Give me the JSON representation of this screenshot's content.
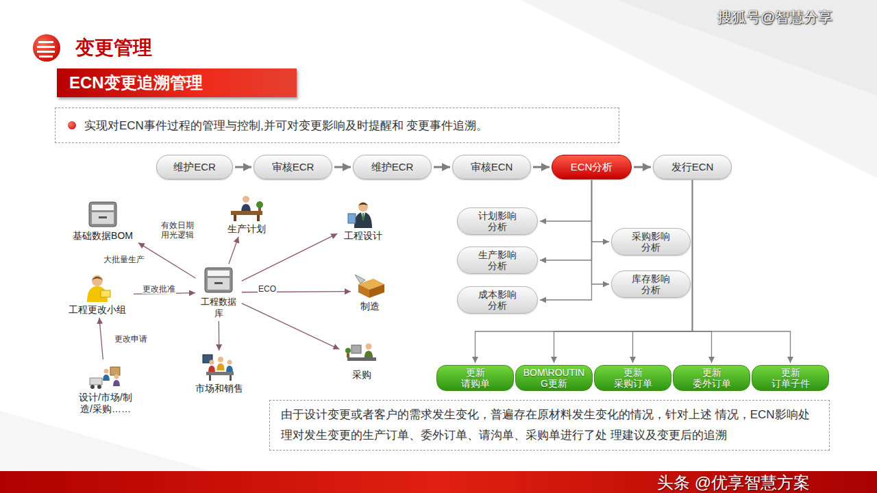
{
  "diagram": {
    "title": "变更管理",
    "nodes": [
      {
        "text": [
          "ECN变更追溯管理"
        ]
      },
      {
        "text": [
          "实现对ECN事件过程的管理与控制,并可对变更影响及时提醒和 变更事件追溯。"
        ]
      },
      {
        "text": [
          "维护ECR"
        ]
      },
      {
        "text": [
          "审核ECR"
        ]
      },
      {
        "text": [
          "维护ECR"
        ]
      },
      {
        "text": [
          "审核ECN"
        ]
      },
      {
        "text": [
          "ECN分析"
        ]
      },
      {
        "text": [
          "发行ECN"
        ]
      },
      {
        "text": [
          "基础数据BOM"
        ]
      },
      {
        "text": [
          "生产计划"
        ]
      },
      {
        "text": [
          "工程设计"
        ]
      },
      {
        "text": [
          "工程数据 库"
        ]
      },
      {
        "text": [
          "工程更改小组"
        ]
      },
      {
        "text": [
          "制造"
        ]
      },
      {
        "text": [
          "市场和销售"
        ]
      },
      {
        "text": [
          "采购"
        ]
      },
      {
        "text": [
          "设计/市场/制 造/采购……"
        ]
      },
      {
        "text": [
          "计划影响 分析"
        ]
      },
      {
        "text": [
          "采购影响 分析"
        ]
      },
      {
        "text": [
          "生产影响 分析"
        ]
      },
      {
        "text": [
          "库存影响 分析"
        ]
      },
      {
        "text": [
          "成本影响 分析"
        ]
      },
      {
        "text": [
          "更新 请购单"
        ]
      },
      {
        "text": [
          "BOM\\ROUTIN G更新"
        ]
      },
      {
        "text": [
          "更新 采购订单"
        ]
      },
      {
        "text": [
          "更新 委外订单"
        ]
      },
      {
        "text": [
          "更新 订单子件"
        ]
      },
      {
        "text": [
          "由于设计变更或者客户的需求发生变化，普遍存在原材料发生变化的情况，针对上述 情况，ECN影响处理对发生变更的生产订单、委外订单、请沟单、采购单进行了处 理建议及变更后的追溯"
        ]
      }
    ],
    "edges": [
      {
        "from": 2,
        "to": 3,
        "arrow": "to"
      },
      {
        "from": 3,
        "to": 4,
        "arrow": "to"
      },
      {
        "from": 4,
        "to": 5,
        "arrow": "to"
      },
      {
        "from": 5,
        "to": 6,
        "arrow": "to"
      },
      {
        "from": 6,
        "to": 7,
        "arrow": "to"
      },
      {
        "from": 6,
        "to": 17,
        "arrow": "to"
      },
      {
        "from": 6,
        "to": 18,
        "arrow": "to"
      },
      {
        "from": 6,
        "to": 19,
        "arrow": "to"
      },
      {
        "from": 6,
        "to": 20,
        "arrow": "to"
      },
      {
        "from": 6,
        "to": 21,
        "arrow": "to"
      },
      {
        "from": 7,
        "to": 22,
        "arrow": "to"
      },
      {
        "from": 7,
        "to": 23,
        "arrow": "to"
      },
      {
        "from": 7,
        "to": 24,
        "arrow": "to"
      },
      {
        "from": 7,
        "to": 25,
        "arrow": "to"
      },
      {
        "from": 7,
        "to": 26,
        "arrow": "to"
      },
      {
        "from": 11,
        "to": 8,
        "label": "有效日期 用光逻辑",
        "arrow": "to"
      },
      {
        "from": 11,
        "to": 9,
        "arrow": "to"
      },
      {
        "from": 11,
        "to": 10,
        "arrow": "to"
      },
      {
        "from": 11,
        "to": 13,
        "label": "ECO",
        "arrow": "to"
      },
      {
        "from": 11,
        "to": 15,
        "arrow": "to"
      },
      {
        "from": 11,
        "to": 14,
        "arrow": "to"
      },
      {
        "from": 12,
        "to": 11,
        "label": "更改批准",
        "arrow": "to"
      },
      {
        "from": 16,
        "to": 12,
        "label": "更改申请",
        "arrow": "to"
      }
    ],
    "labels": [
      "搜狐号@智慧分享",
      "大批量生产",
      "头条 @优享智慧方案"
    ]
  }
}
